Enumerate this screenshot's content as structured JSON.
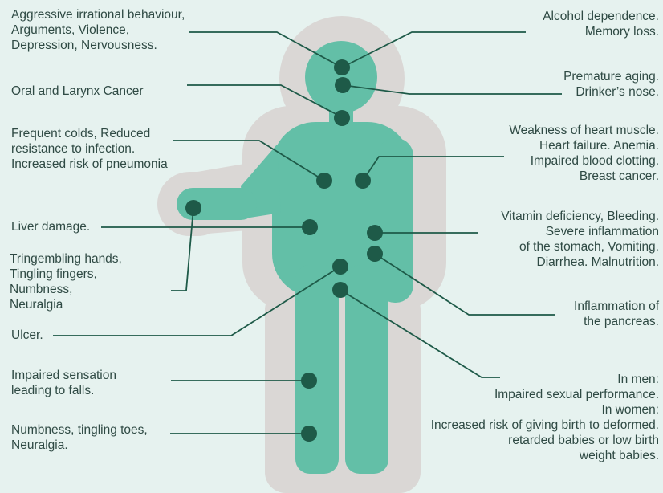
{
  "colors": {
    "background": "#e6f2ef",
    "shadow": "#dad7d5",
    "body": "#63bfa7",
    "dot": "#1e5a48",
    "line": "#1e5a48",
    "text": "#2f4a44"
  },
  "labels": {
    "behaviour": "Aggressive irrational behaviour,\nArguments, Violence,\nDepression, Nervousness.",
    "oral": "Oral and Larynx Cancer",
    "colds": "Frequent colds, Reduced\nresistance to infection.\nIncreased risk of pneumonia",
    "liver": "Liver damage.",
    "hands": "Tringembling hands,\nTingling fingers,\nNumbness,\nNeuralgia",
    "ulcer": "Ulcer.",
    "sensation": "Impaired sensation\nleading to falls.",
    "toes": "Numbness, tingling toes,\nNeuralgia.",
    "alcohol": "Alcohol dependence.\nMemory loss.",
    "aging": "Premature aging.\nDrinker’s nose.",
    "heart": "Weakness of heart muscle.\nHeart failure. Anemia.\nImpaired blood  clotting.\nBreast cancer.",
    "stomach": "Vitamin deficiency, Bleeding.\nSevere inflammation\nof the stomach, Vomiting.\nDiarrhea. Malnutrition.",
    "pancreas": "Inflammation of\nthe pancreas.",
    "sexual": "In men:\nImpaired sexual performance.\nIn women:\nIncreased risk of giving birth to deformed.\nretarded babies or low birth\nweight babies."
  }
}
